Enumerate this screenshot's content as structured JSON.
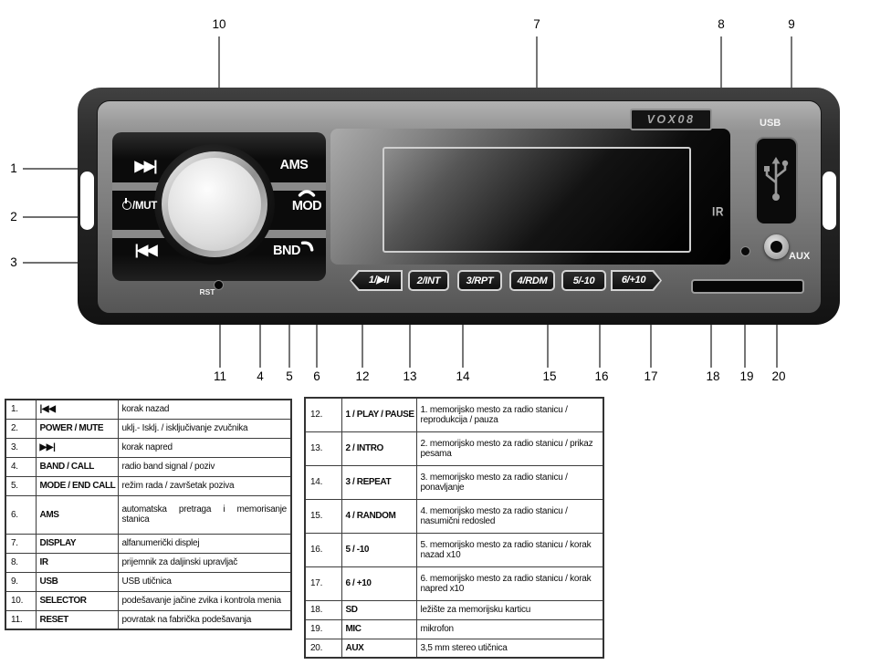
{
  "callouts": {
    "c1": "1",
    "c2": "2",
    "c3": "3",
    "c4": "4",
    "c5": "5",
    "c6": "6",
    "c7": "7",
    "c8": "8",
    "c9": "9",
    "c10": "10",
    "c11": "11",
    "c12": "12",
    "c13": "13",
    "c14": "14",
    "c15": "15",
    "c16": "16",
    "c17": "17",
    "c18": "18",
    "c19": "19",
    "c20": "20"
  },
  "device": {
    "logo": "VOX08",
    "buttons": {
      "next": "▶▶|",
      "power": "/MUT",
      "prev": "|◀◀",
      "ams": "AMS",
      "mode": "MOD",
      "band": "BND",
      "reset": "RST"
    },
    "presets": [
      "1/▶II",
      "2/INT",
      "3/RPT",
      "4/RDM",
      "5/-10",
      "6/+10"
    ],
    "labels": {
      "usb": "USB",
      "aux": "AUX",
      "ir": "IR"
    },
    "colors": {
      "body": "#1c1c1c",
      "face": "#7d7d7d",
      "button_border": "#d4d4d4",
      "display": "#000000"
    }
  },
  "tables": {
    "left": {
      "rows": [
        {
          "num": "1.",
          "label": "|◀◀",
          "desc": "korak nazad"
        },
        {
          "num": "2.",
          "label": "POWER / MUTE",
          "desc": "uklj.- Isklj. / isključivanje zvučnika"
        },
        {
          "num": "3.",
          "label": "▶▶|",
          "desc": "korak napred"
        },
        {
          "num": "4.",
          "label": "BAND / CALL",
          "desc": "radio band signal / poziv"
        },
        {
          "num": "5.",
          "label": "MODE / END CALL",
          "desc": "režim rada / završetak poziva"
        },
        {
          "num": "6.",
          "label": "AMS",
          "desc": "automatska pretraga i memorisanje stanica"
        },
        {
          "num": "7.",
          "label": "DISPLAY",
          "desc": "alfanumerički displej"
        },
        {
          "num": "8.",
          "label": "IR",
          "desc": "prijemnik za daljinski upravljač"
        },
        {
          "num": "9.",
          "label": "USB",
          "desc": "USB utičnica"
        },
        {
          "num": "10.",
          "label": "SELECTOR",
          "desc": "podešavanje jačine zvika i kontrola menia"
        },
        {
          "num": "11.",
          "label": "RESET",
          "desc": "povratak na fabrička podešavanja"
        }
      ]
    },
    "right": {
      "rows": [
        {
          "num": "12.",
          "label": "1 / PLAY / PAUSE",
          "desc": "1. memorijsko mesto za radio stanicu / reprodukcija / pauza"
        },
        {
          "num": "13.",
          "label": "2 / INTRO",
          "desc": "2. memorijsko mesto za radio stanicu / prikaz pesama"
        },
        {
          "num": "14.",
          "label": "3 / REPEAT",
          "desc": "3. memorijsko mesto za radio stanicu / ponavljanje"
        },
        {
          "num": "15.",
          "label": "4 / RANDOM",
          "desc": "4. memorijsko mesto za radio stanicu / nasumični redosled"
        },
        {
          "num": "16.",
          "label": "5 / -10",
          "desc": "5. memorijsko mesto za radio stanicu / korak nazad x10"
        },
        {
          "num": "17.",
          "label": "6 / +10",
          "desc": "6. memorijsko mesto za radio stanicu / korak napred x10"
        },
        {
          "num": "18.",
          "label": "SD",
          "desc": "ležište za memorijsku karticu"
        },
        {
          "num": "19.",
          "label": "MIC",
          "desc": "mikrofon"
        },
        {
          "num": "20.",
          "label": "AUX",
          "desc": "3,5 mm stereo utičnica"
        }
      ]
    }
  }
}
